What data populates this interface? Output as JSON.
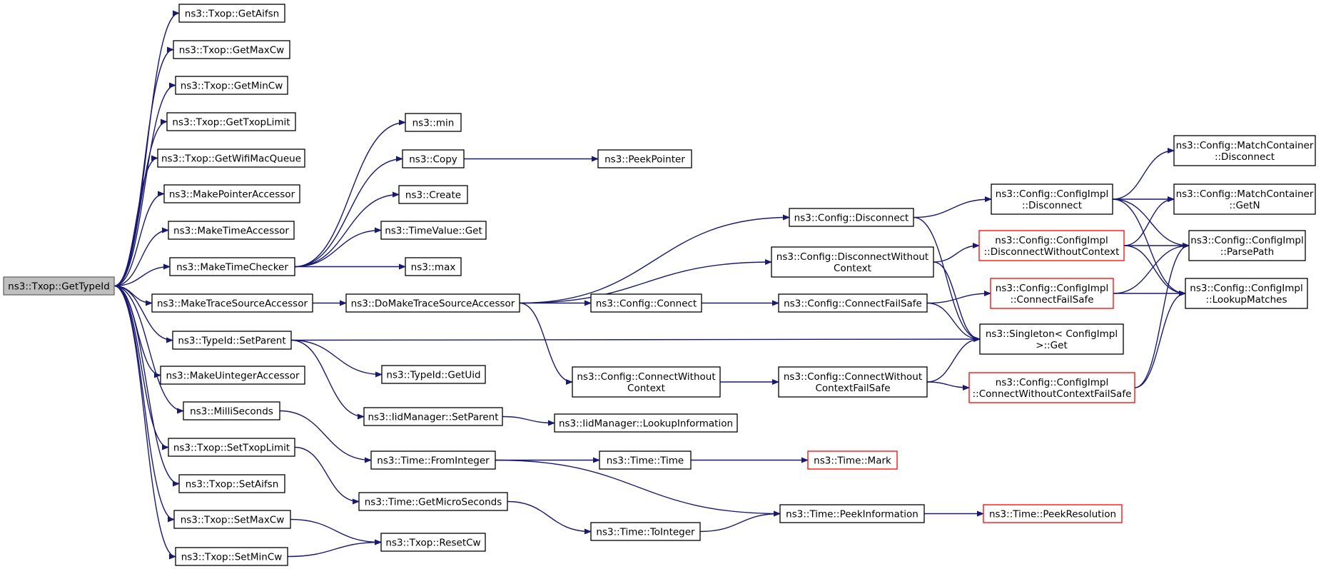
{
  "diagram": {
    "type": "call-graph",
    "colors": {
      "edge": "#191970",
      "node_border": "#000000",
      "node_border_truncated": "#ff0000",
      "root_fill": "#bfbfbf",
      "root_border": "#666666",
      "node_fill": "#ffffff"
    },
    "nodes": [
      {
        "id": "root",
        "lines": [
          "ns3::Txop::GetTypeId"
        ],
        "style": "root"
      },
      {
        "id": "getAifsn",
        "lines": [
          "ns3::Txop::GetAifsn"
        ]
      },
      {
        "id": "getMaxCw",
        "lines": [
          "ns3::Txop::GetMaxCw"
        ]
      },
      {
        "id": "getMinCw",
        "lines": [
          "ns3::Txop::GetMinCw"
        ]
      },
      {
        "id": "getTxopLimit",
        "lines": [
          "ns3::Txop::GetTxopLimit"
        ]
      },
      {
        "id": "getWifiMacQueue",
        "lines": [
          "ns3::Txop::GetWifiMacQueue"
        ]
      },
      {
        "id": "makePointerAccessor",
        "lines": [
          "ns3::MakePointerAccessor"
        ]
      },
      {
        "id": "makeTimeAccessor",
        "lines": [
          "ns3::MakeTimeAccessor"
        ]
      },
      {
        "id": "makeTimeChecker",
        "lines": [
          "ns3::MakeTimeChecker"
        ]
      },
      {
        "id": "makeTraceSourceAccessor",
        "lines": [
          "ns3::MakeTraceSourceAccessor"
        ]
      },
      {
        "id": "setParent",
        "lines": [
          "ns3::TypeId::SetParent"
        ]
      },
      {
        "id": "makeUintegerAccessor",
        "lines": [
          "ns3::MakeUintegerAccessor"
        ]
      },
      {
        "id": "milliSeconds",
        "lines": [
          "ns3::MilliSeconds"
        ]
      },
      {
        "id": "setTxopLimit",
        "lines": [
          "ns3::Txop::SetTxopLimit"
        ]
      },
      {
        "id": "setAifsn",
        "lines": [
          "ns3::Txop::SetAifsn"
        ]
      },
      {
        "id": "setMaxCw",
        "lines": [
          "ns3::Txop::SetMaxCw"
        ]
      },
      {
        "id": "setMinCw",
        "lines": [
          "ns3::Txop::SetMinCw"
        ]
      },
      {
        "id": "min",
        "lines": [
          "ns3::min"
        ]
      },
      {
        "id": "copy",
        "lines": [
          "ns3::Copy"
        ]
      },
      {
        "id": "create",
        "lines": [
          "ns3::Create"
        ]
      },
      {
        "id": "timeValueGet",
        "lines": [
          "ns3::TimeValue::Get"
        ]
      },
      {
        "id": "max",
        "lines": [
          "ns3::max"
        ]
      },
      {
        "id": "doMakeTraceSourceAccessor",
        "lines": [
          "ns3::DoMakeTraceSourceAccessor"
        ]
      },
      {
        "id": "getUid",
        "lines": [
          "ns3::TypeId::GetUid"
        ]
      },
      {
        "id": "iidSetParent",
        "lines": [
          "ns3::IidManager::SetParent"
        ]
      },
      {
        "id": "fromInteger",
        "lines": [
          "ns3::Time::FromInteger"
        ]
      },
      {
        "id": "getMicroSeconds",
        "lines": [
          "ns3::Time::GetMicroSeconds"
        ]
      },
      {
        "id": "resetCw",
        "lines": [
          "ns3::Txop::ResetCw"
        ]
      },
      {
        "id": "peekPointer",
        "lines": [
          "ns3::PeekPointer"
        ]
      },
      {
        "id": "cfgDisconnect",
        "lines": [
          "ns3::Config::Disconnect"
        ]
      },
      {
        "id": "cfgDisconnectWithoutContext",
        "lines": [
          "ns3::Config::DisconnectWithout",
          "Context"
        ]
      },
      {
        "id": "cfgConnect",
        "lines": [
          "ns3::Config::Connect"
        ]
      },
      {
        "id": "cfgConnectWithoutContext",
        "lines": [
          "ns3::Config::ConnectWithout",
          "Context"
        ]
      },
      {
        "id": "lookupInformation",
        "lines": [
          "ns3::IidManager::LookupInformation"
        ]
      },
      {
        "id": "timeTime",
        "lines": [
          "ns3::Time::Time"
        ]
      },
      {
        "id": "toInteger",
        "lines": [
          "ns3::Time::ToInteger"
        ]
      },
      {
        "id": "connectFailSafe",
        "lines": [
          "ns3::Config::ConnectFailSafe"
        ]
      },
      {
        "id": "connectWithoutContextFailSafe",
        "lines": [
          "ns3::Config::ConnectWithout",
          "ContextFailSafe"
        ]
      },
      {
        "id": "peekInformation",
        "lines": [
          "ns3::Time::PeekInformation"
        ]
      },
      {
        "id": "timeMark",
        "lines": [
          "ns3::Time::Mark"
        ],
        "style": "red"
      },
      {
        "id": "implDisconnect",
        "lines": [
          "ns3::Config::ConfigImpl",
          "::Disconnect"
        ]
      },
      {
        "id": "implDisconnectWithoutContext",
        "lines": [
          "ns3::Config::ConfigImpl",
          "::DisconnectWithoutContext"
        ],
        "style": "red"
      },
      {
        "id": "implConnectFailSafe",
        "lines": [
          "ns3::Config::ConfigImpl",
          "::ConnectFailSafe"
        ],
        "style": "red"
      },
      {
        "id": "singletonGet",
        "lines": [
          "ns3::Singleton< ConfigImpl",
          ">::Get"
        ]
      },
      {
        "id": "implConnectWithoutContextFailSafe",
        "lines": [
          "ns3::Config::ConfigImpl",
          "::ConnectWithoutContextFailSafe"
        ],
        "style": "red"
      },
      {
        "id": "peekResolution",
        "lines": [
          "ns3::Time::PeekResolution"
        ],
        "style": "red"
      },
      {
        "id": "mcDisconnect",
        "lines": [
          "ns3::Config::MatchContainer",
          "::Disconnect"
        ]
      },
      {
        "id": "mcGetN",
        "lines": [
          "ns3::Config::MatchContainer",
          "::GetN"
        ]
      },
      {
        "id": "parsePath",
        "lines": [
          "ns3::Config::ConfigImpl",
          "::ParsePath"
        ]
      },
      {
        "id": "lookupMatches",
        "lines": [
          "ns3::Config::ConfigImpl",
          "::LookupMatches"
        ]
      }
    ],
    "edges": [
      [
        "root",
        "getAifsn"
      ],
      [
        "root",
        "getMaxCw"
      ],
      [
        "root",
        "getMinCw"
      ],
      [
        "root",
        "getTxopLimit"
      ],
      [
        "root",
        "getWifiMacQueue"
      ],
      [
        "root",
        "makePointerAccessor"
      ],
      [
        "root",
        "makeTimeAccessor"
      ],
      [
        "root",
        "makeTimeChecker"
      ],
      [
        "root",
        "makeTraceSourceAccessor"
      ],
      [
        "root",
        "setParent"
      ],
      [
        "root",
        "makeUintegerAccessor"
      ],
      [
        "root",
        "milliSeconds"
      ],
      [
        "root",
        "setTxopLimit"
      ],
      [
        "root",
        "setAifsn"
      ],
      [
        "root",
        "setMaxCw"
      ],
      [
        "root",
        "setMinCw"
      ],
      [
        "makeTimeChecker",
        "min"
      ],
      [
        "makeTimeChecker",
        "copy"
      ],
      [
        "makeTimeChecker",
        "create"
      ],
      [
        "makeTimeChecker",
        "timeValueGet"
      ],
      [
        "makeTimeChecker",
        "max"
      ],
      [
        "copy",
        "peekPointer"
      ],
      [
        "makeTraceSourceAccessor",
        "doMakeTraceSourceAccessor"
      ],
      [
        "doMakeTraceSourceAccessor",
        "cfgDisconnect"
      ],
      [
        "doMakeTraceSourceAccessor",
        "cfgDisconnectWithoutContext"
      ],
      [
        "doMakeTraceSourceAccessor",
        "cfgConnect"
      ],
      [
        "doMakeTraceSourceAccessor",
        "cfgConnectWithoutContext"
      ],
      [
        "setParent",
        "singletonGet"
      ],
      [
        "setParent",
        "getUid"
      ],
      [
        "setParent",
        "iidSetParent"
      ],
      [
        "iidSetParent",
        "lookupInformation"
      ],
      [
        "milliSeconds",
        "fromInteger"
      ],
      [
        "setTxopLimit",
        "getMicroSeconds"
      ],
      [
        "setMaxCw",
        "resetCw"
      ],
      [
        "setMinCw",
        "resetCw"
      ],
      [
        "fromInteger",
        "timeTime"
      ],
      [
        "fromInteger",
        "peekInformation"
      ],
      [
        "getMicroSeconds",
        "toInteger"
      ],
      [
        "toInteger",
        "peekInformation"
      ],
      [
        "timeTime",
        "timeMark"
      ],
      [
        "peekInformation",
        "peekResolution"
      ],
      [
        "cfgDisconnect",
        "implDisconnect"
      ],
      [
        "cfgDisconnect",
        "singletonGet"
      ],
      [
        "cfgDisconnectWithoutContext",
        "implDisconnectWithoutContext"
      ],
      [
        "cfgDisconnectWithoutContext",
        "singletonGet"
      ],
      [
        "cfgConnect",
        "connectFailSafe"
      ],
      [
        "connectFailSafe",
        "implConnectFailSafe"
      ],
      [
        "connectFailSafe",
        "singletonGet"
      ],
      [
        "cfgConnectWithoutContext",
        "connectWithoutContextFailSafe"
      ],
      [
        "connectWithoutContextFailSafe",
        "implConnectWithoutContextFailSafe"
      ],
      [
        "connectWithoutContextFailSafe",
        "singletonGet"
      ],
      [
        "implDisconnect",
        "mcDisconnect"
      ],
      [
        "implDisconnect",
        "mcGetN"
      ],
      [
        "implDisconnect",
        "parsePath"
      ],
      [
        "implDisconnect",
        "lookupMatches"
      ],
      [
        "implDisconnectWithoutContext",
        "mcGetN"
      ],
      [
        "implDisconnectWithoutContext",
        "parsePath"
      ],
      [
        "implDisconnectWithoutContext",
        "lookupMatches"
      ],
      [
        "implConnectFailSafe",
        "parsePath"
      ],
      [
        "implConnectFailSafe",
        "lookupMatches"
      ],
      [
        "implConnectWithoutContextFailSafe",
        "parsePath"
      ],
      [
        "implConnectWithoutContextFailSafe",
        "lookupMatches"
      ]
    ]
  }
}
